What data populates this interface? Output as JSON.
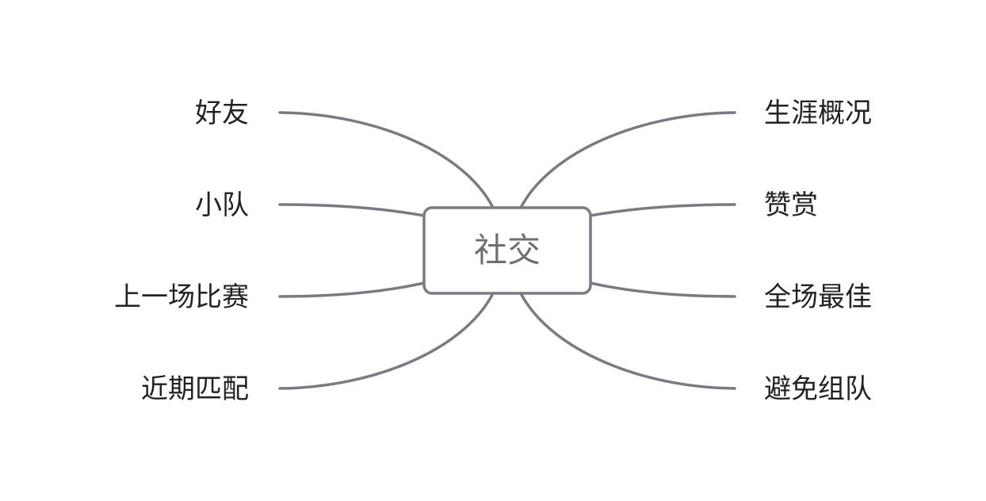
{
  "mindmap": {
    "center": {
      "label": "社交"
    },
    "left_branches": [
      {
        "label": "好友"
      },
      {
        "label": "小队"
      },
      {
        "label": "上一场比赛"
      },
      {
        "label": "近期匹配"
      }
    ],
    "right_branches": [
      {
        "label": "生涯概况"
      },
      {
        "label": "赞赏"
      },
      {
        "label": "全场最佳"
      },
      {
        "label": "避免组队"
      }
    ],
    "colors": {
      "line": "#7b7a82",
      "center_text": "#6f6e75",
      "branch_text": "#222222"
    }
  }
}
